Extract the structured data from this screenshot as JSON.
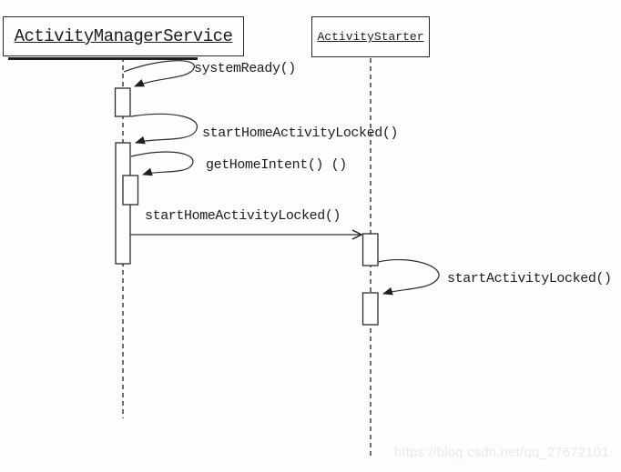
{
  "diagram": {
    "type": "uml-sequence-diagram",
    "actors": [
      {
        "name": "ActivityManagerService"
      },
      {
        "name": "ActivityStarter"
      }
    ],
    "messages": [
      {
        "label": "systemReady()",
        "kind": "self-message",
        "from": "ActivityManagerService",
        "to": "ActivityManagerService"
      },
      {
        "label": "startHomeActivityLocked()",
        "kind": "self-message",
        "from": "ActivityManagerService",
        "to": "ActivityManagerService"
      },
      {
        "label": "getHomeIntent() ()",
        "kind": "self-message",
        "from": "ActivityManagerService",
        "to": "ActivityManagerService"
      },
      {
        "label": "startHomeActivityLocked()",
        "kind": "message",
        "from": "ActivityManagerService",
        "to": "ActivityStarter"
      },
      {
        "label": "startActivityLocked()",
        "kind": "self-message",
        "from": "ActivityStarter",
        "to": "ActivityStarter"
      }
    ]
  },
  "watermark": {
    "text": "https://blog.csdn.net/qq_27672101"
  },
  "colors": {
    "line": "#2e2e2e",
    "text": "#1c1c1c",
    "background": "#fdfdfd",
    "watermark_text": "#e8e8e8"
  }
}
